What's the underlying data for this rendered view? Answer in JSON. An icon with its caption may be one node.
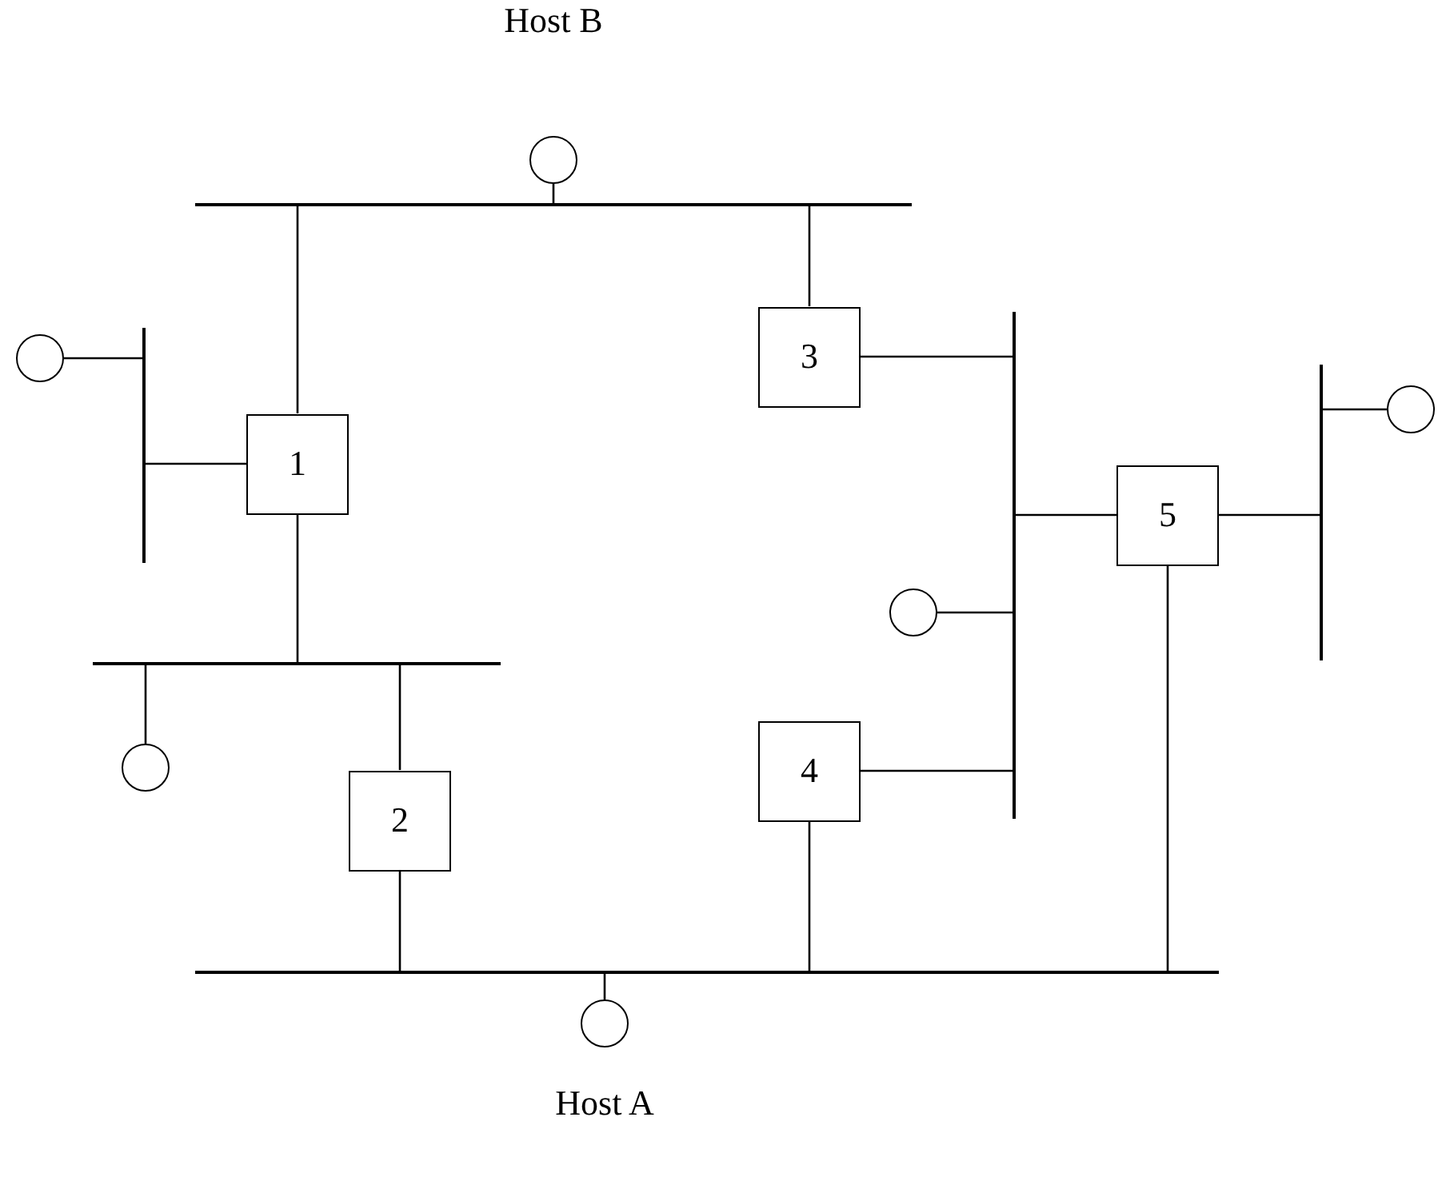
{
  "diagram": {
    "nodes": [
      {
        "text": [
          "Host B"
        ]
      },
      {
        "text": [],
        "shape": "bar"
      },
      {
        "text": [],
        "shape": "circle"
      },
      {
        "text": [],
        "shape": "bar"
      },
      {
        "text": [
          "3"
        ]
      },
      {
        "text": [],
        "shape": "bar"
      },
      {
        "text": [],
        "shape": "bar"
      },
      {
        "text": [],
        "shape": "circle"
      },
      {
        "text": [
          "1"
        ]
      },
      {
        "text": [
          "5"
        ]
      },
      {
        "text": [],
        "shape": "circle"
      },
      {
        "text": [],
        "shape": "bar"
      },
      {
        "text": [],
        "shape": "circle"
      },
      {
        "text": [
          "4"
        ]
      },
      {
        "text": [
          "2"
        ]
      },
      {
        "text": [],
        "shape": "bar"
      },
      {
        "text": [
          "Host A"
        ]
      }
    ],
    "edges": [
      {
        "from": 0,
        "to": 1,
        "arrow": "none"
      },
      {
        "from": 1,
        "to": 8,
        "arrow": "none"
      },
      {
        "from": 1,
        "to": 4,
        "arrow": "none"
      },
      {
        "from": 2,
        "to": 3,
        "arrow": "none"
      },
      {
        "from": 3,
        "to": 8,
        "arrow": "none"
      },
      {
        "from": 4,
        "to": 5,
        "arrow": "none"
      },
      {
        "from": 5,
        "to": 9,
        "arrow": "none"
      },
      {
        "from": 9,
        "to": 6,
        "arrow": "none"
      },
      {
        "from": 6,
        "to": 7,
        "arrow": "none"
      },
      {
        "from": 10,
        "to": 5,
        "arrow": "none"
      },
      {
        "from": 13,
        "to": 5,
        "arrow": "none"
      },
      {
        "from": 8,
        "to": 11,
        "arrow": "none"
      },
      {
        "from": 11,
        "to": 12,
        "arrow": "none"
      },
      {
        "from": 11,
        "to": 14,
        "arrow": "none"
      },
      {
        "from": 14,
        "to": 15,
        "arrow": "none"
      },
      {
        "from": 13,
        "to": 15,
        "arrow": "none"
      },
      {
        "from": 9,
        "to": 15,
        "arrow": "none"
      },
      {
        "from": 15,
        "to": 16,
        "arrow": "none"
      }
    ]
  }
}
